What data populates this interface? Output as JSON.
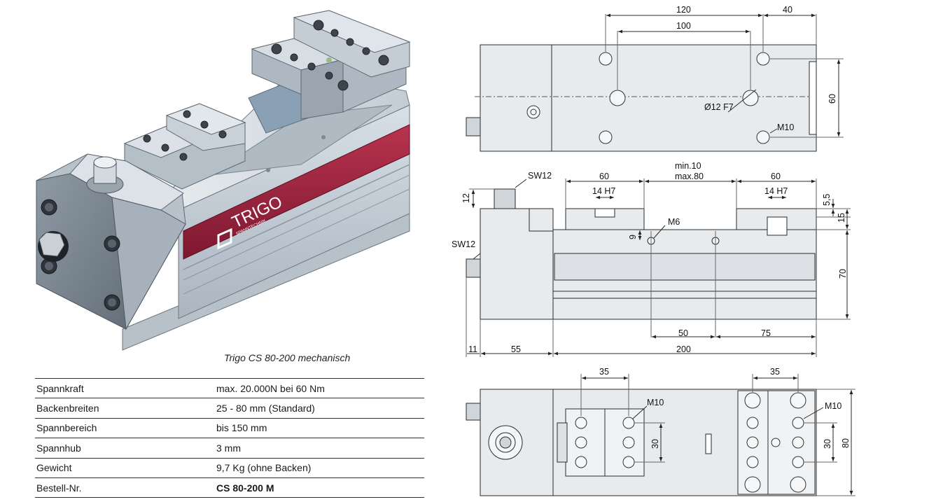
{
  "product": {
    "brand_text": "TRIGO",
    "brand_sub": "SPANNTECHNIK",
    "caption": "Trigo CS 80-200 mechanisch"
  },
  "specs": [
    {
      "label": "Spannkraft",
      "value": "max. 20.000N bei 60 Nm",
      "bold": false
    },
    {
      "label": "Backenbreiten",
      "value": "25 - 80 mm (Standard)",
      "bold": false
    },
    {
      "label": "Spannbereich",
      "value": "bis 150 mm",
      "bold": false
    },
    {
      "label": "Spannhub",
      "value": "3 mm",
      "bold": false
    },
    {
      "label": "Gewicht",
      "value": "9,7 Kg (ohne Backen)",
      "bold": false
    },
    {
      "label": "Bestell-Nr.",
      "value": "CS 80-200 M",
      "bold": true
    }
  ],
  "drawing_top": {
    "d120": "120",
    "d40": "40",
    "d100": "100",
    "d60": "60",
    "hole_label": "Ø12 F7",
    "thread_label": "M10"
  },
  "drawing_side": {
    "sw12_top": "SW12",
    "sw12_left": "SW12",
    "jaw_left": "60",
    "jaw_right": "60",
    "range_min": "min.10",
    "range_max": "max.80",
    "slot_left": "14 H7",
    "slot_right": "14 H7",
    "d12": "12",
    "d5_5": "5,5",
    "d15": "15",
    "d9": "9",
    "m6": "M6",
    "d70": "70",
    "d50": "50",
    "d75": "75",
    "d11": "11",
    "d55": "55",
    "d200": "200"
  },
  "drawing_bottom": {
    "d35_left": "35",
    "d35_right": "35",
    "m10_left": "M10",
    "m10_right": "M10",
    "d30_left": "30",
    "d30_right": "30",
    "d80": "80"
  },
  "colors": {
    "body_gray": "#c9d2db",
    "dark_gray": "#7d8892",
    "band_red": "#a4243f",
    "line": "#2a2a2a"
  }
}
